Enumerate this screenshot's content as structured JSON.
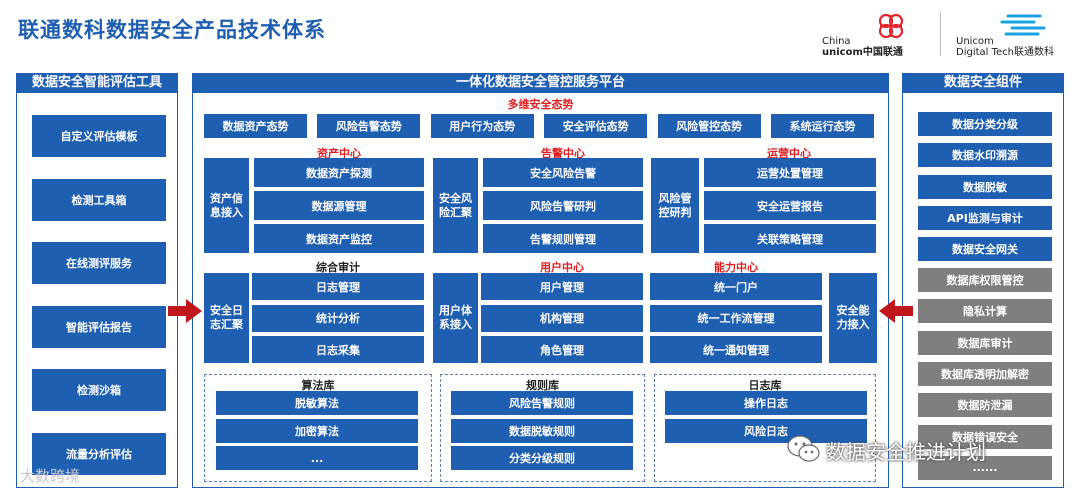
{
  "title": "联通数科数据安全产品技术体系",
  "brand": {
    "unicom_en1": "China",
    "unicom_en2": "unicom中国联通",
    "digital_en": "Unicom",
    "digital_en2": "Digital Tech联通数科"
  },
  "left": {
    "header": "数据安全智能评估工具",
    "items": [
      "自定义评估模板",
      "检测工具箱",
      "在线测评服务",
      "智能评估报告",
      "检测沙箱",
      "流量分析评估"
    ]
  },
  "center": {
    "header": "一体化数据安全管控服务平台",
    "posture": {
      "label": "多维安全态势",
      "items": [
        "数据资产态势",
        "风险告警态势",
        "用户行为态势",
        "安全评估态势",
        "风险管控态势",
        "系统运行态势"
      ]
    },
    "asset": {
      "label": "资产中心",
      "side": "资产信息接入",
      "items": [
        "数据资产探测",
        "数据源管理",
        "数据资产监控"
      ]
    },
    "alarm": {
      "label": "告警中心",
      "side": "安全风险汇聚",
      "items": [
        "安全风险告警",
        "风险告警研判",
        "告警规则管理"
      ]
    },
    "ops": {
      "label": "运营中心",
      "side": "风险管控研判",
      "items": [
        "运营处置管理",
        "安全运营报告",
        "关联策略管理"
      ]
    },
    "audit": {
      "label": "综合审计",
      "side": "安全日志汇聚",
      "items": [
        "日志管理",
        "统计分析",
        "日志采集"
      ]
    },
    "user": {
      "label": "用户中心",
      "side": "用户体系接入",
      "items": [
        "用户管理",
        "机构管理",
        "角色管理"
      ]
    },
    "cap": {
      "label": "能力中心",
      "side": "安全能力接入",
      "items": [
        "统一门户",
        "统一工作流管理",
        "统一通知管理"
      ]
    },
    "algo": {
      "label": "算法库",
      "items": [
        "脱敏算法",
        "加密算法",
        "..."
      ]
    },
    "rule": {
      "label": "规则库",
      "items": [
        "风险告警规则",
        "数据脱敏规则",
        "分类分级规则"
      ]
    },
    "log": {
      "label": "日志库",
      "items": [
        "操作日志",
        "风险日志"
      ]
    }
  },
  "right": {
    "header": "数据安全组件",
    "blue_items": [
      "数据分类分级",
      "数据水印溯源",
      "数据脱敏",
      "API监测与审计",
      "数据安全网关"
    ],
    "gray_items": [
      "数据库权限管控",
      "隐私计算",
      "数据库审计",
      "数据库透明加解密",
      "数据防泄漏",
      "数据错误安全",
      "......"
    ]
  },
  "watermark": {
    "right": "数据安全推进计划",
    "left": "大数跨境"
  },
  "colors": {
    "primary": "#1f5fb2",
    "accent_red": "#e02020",
    "gray": "#7f7f7f",
    "arrow": "#c0171d"
  }
}
